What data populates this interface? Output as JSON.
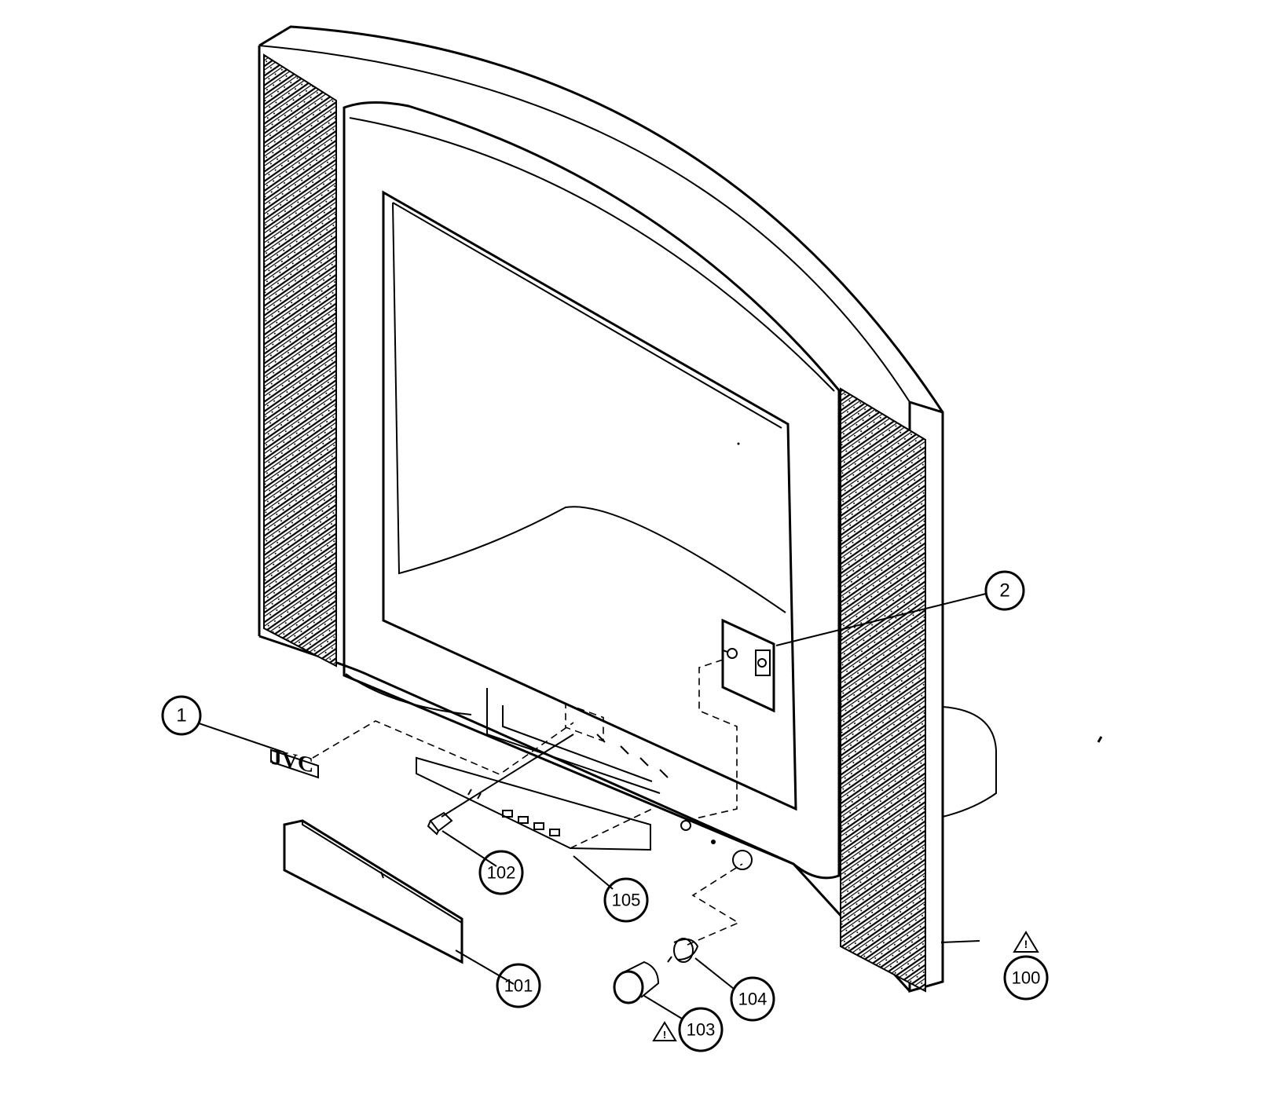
{
  "diagram": {
    "callouts": [
      {
        "id": "1",
        "label": "1",
        "warning": false
      },
      {
        "id": "2",
        "label": "2",
        "warning": false
      },
      {
        "id": "100",
        "label": "100",
        "warning": true
      },
      {
        "id": "101",
        "label": "101",
        "warning": false
      },
      {
        "id": "102",
        "label": "102",
        "warning": false
      },
      {
        "id": "103",
        "label": "103",
        "warning": true
      },
      {
        "id": "104",
        "label": "104",
        "warning": false
      },
      {
        "id": "105",
        "label": "105",
        "warning": false
      }
    ],
    "emblem_text": "JVC",
    "warning_symbol": "warning-triangle-icon"
  }
}
